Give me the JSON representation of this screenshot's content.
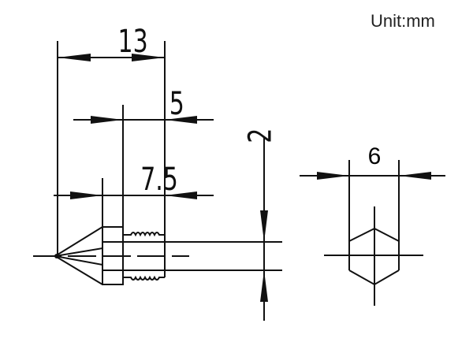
{
  "unit_label": "Unit:mm",
  "dimensions": {
    "overall_length": "13",
    "thread_length": "5",
    "body_length": "7.5",
    "bore_diameter": "2",
    "hex_width": "6"
  }
}
